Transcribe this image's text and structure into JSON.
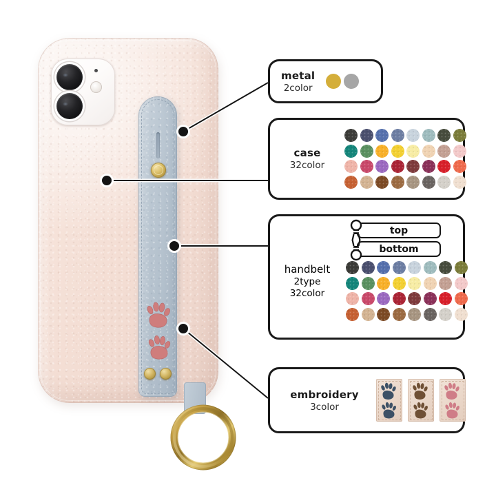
{
  "product": {
    "name": "leather-phone-case-with-handbelt",
    "case_color": "#f3ddd3",
    "belt_color": "#b3c0cc",
    "metal_color": "#c9a747",
    "embroidery_color_on_belt": "#cf7d7c"
  },
  "callouts": [
    {
      "id": "metal",
      "title": "metal",
      "sub": "2color"
    },
    {
      "id": "case",
      "title": "case",
      "sub": "32color"
    },
    {
      "id": "handbelt",
      "title": "handbelt",
      "sub1": "2type",
      "sub2": "32color"
    },
    {
      "id": "embroidery",
      "title": "embroidery",
      "sub": "3color"
    }
  ],
  "metal": {
    "title": "metal",
    "sub": "2color",
    "swatches": [
      {
        "name": "gold",
        "hex": "#d4ae3a"
      },
      {
        "name": "silver",
        "hex": "#a6a6a6"
      }
    ]
  },
  "case": {
    "title": "case",
    "sub": "32color",
    "swatches": [
      "#3b3b38",
      "#4a4f6e",
      "#5570ad",
      "#6d7ea3",
      "#c8d3dd",
      "#9fbcbe",
      "#474c3d",
      "#7b7c3a",
      "#14857a",
      "#5a9060",
      "#f8b029",
      "#f3d032",
      "#f7eca4",
      "#f0d3b3",
      "#c3a093",
      "#f3c9c9",
      "#efb4a8",
      "#c9496a",
      "#9b69c0",
      "#ab2435",
      "#7e3a3c",
      "#8b3159",
      "#d81f2a",
      "#ef6a4c",
      "#c66133",
      "#d3b392",
      "#7c4a25",
      "#9c6b42",
      "#a79581",
      "#6a6461",
      "#d4d0c9",
      "#f0dfd0"
    ]
  },
  "handbelt": {
    "title": "handbelt",
    "sub1": "2type",
    "sub2": "32color",
    "types": [
      {
        "name": "top",
        "label": "top",
        "icon": "ring-clasp-top-icon"
      },
      {
        "name": "bottom",
        "label": "bottom",
        "icon": "ring-clasp-bottom-icon"
      }
    ],
    "swatches": [
      "#3b3b38",
      "#4a4f6e",
      "#5570ad",
      "#6d7ea3",
      "#c8d3dd",
      "#9fbcbe",
      "#474c3d",
      "#7b7c3a",
      "#14857a",
      "#5a9060",
      "#f8b029",
      "#f3d032",
      "#f7eca4",
      "#f0d3b3",
      "#c3a093",
      "#f3c9c9",
      "#efb4a8",
      "#c9496a",
      "#9b69c0",
      "#ab2435",
      "#7e3a3c",
      "#8b3159",
      "#d81f2a",
      "#ef6a4c",
      "#c66133",
      "#d3b392",
      "#7c4a25",
      "#9c6b42",
      "#a79581",
      "#6a6461",
      "#d4d0c9",
      "#f0dfd0"
    ]
  },
  "embroidery": {
    "title": "embroidery",
    "sub": "3color",
    "swatches": [
      {
        "name": "navy-paw",
        "hex": "#3d5166"
      },
      {
        "name": "brown-paw",
        "hex": "#6f5035"
      },
      {
        "name": "pink-paw",
        "hex": "#cf7d87"
      }
    ]
  }
}
